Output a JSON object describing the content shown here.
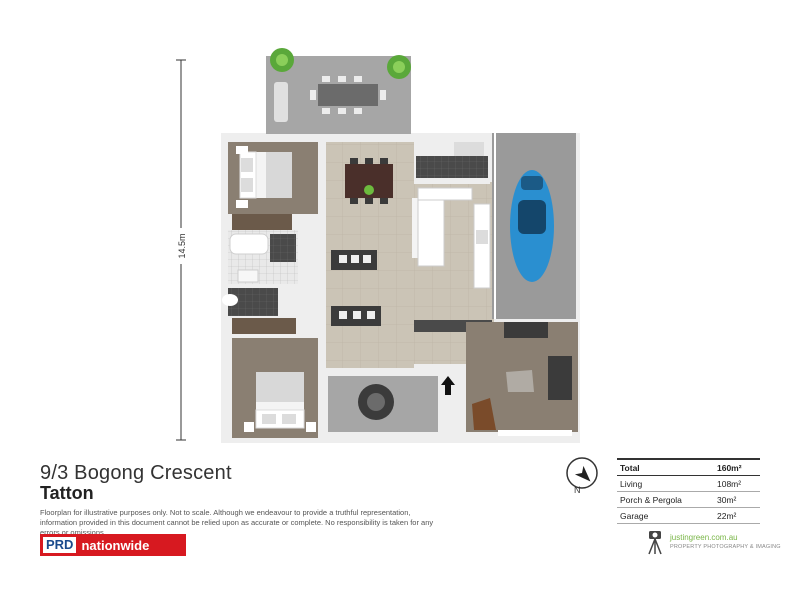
{
  "dimension": {
    "label": "14.5m"
  },
  "address": {
    "line1": "9/3 Bogong Crescent",
    "line2": "Tatton"
  },
  "disclaimer": "Floorplan for illustrative purposes only. Not to scale. Although we endeavour to provide a truthful representation, information provided in this document cannot be relied upon as accurate or complete. No responsibility is taken for any errors or omissions.",
  "brand": {
    "prd": "PRD",
    "nationwide": "nationwide",
    "color": "#d71920"
  },
  "compass": {
    "label": "N"
  },
  "areas": {
    "total_label": "Total",
    "total_value": "160m²",
    "rows": [
      {
        "label": "Living",
        "value": "108m²"
      },
      {
        "label": "Porch & Pergola",
        "value": "30m²"
      },
      {
        "label": "Garage",
        "value": "22m²"
      }
    ]
  },
  "photographer": {
    "url": "justingreen.com.au",
    "tagline": "PROPERTY PHOTOGRAPHY & IMAGING"
  },
  "colors": {
    "floor_tile": "#c9c2b4",
    "carpet": "#8a7f72",
    "garage": "#9a9a9a",
    "pergola": "#a9a9a9",
    "wall": "#ffffff",
    "car": "#2a8fd0"
  }
}
